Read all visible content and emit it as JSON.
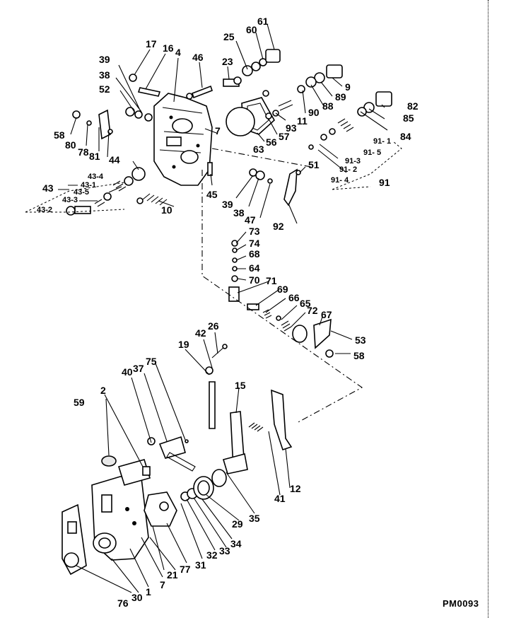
{
  "drawing_code": "PM0093",
  "callouts": {
    "c1": "1",
    "c2": "2",
    "c4": "4",
    "c7a": "7",
    "c7b": "7",
    "c9": "9",
    "c10": "10",
    "c11": "11",
    "c12": "12",
    "c15": "15",
    "c16": "16",
    "c17": "17",
    "c19": "19",
    "c21": "21",
    "c23": "23",
    "c25": "25",
    "c26": "26",
    "c29": "29",
    "c30": "30",
    "c31": "31",
    "c32": "32",
    "c33": "33",
    "c34": "34",
    "c35": "35",
    "c37": "37",
    "c38a": "38",
    "c38b": "38",
    "c39a": "39",
    "c39b": "39",
    "c40": "40",
    "c41": "41",
    "c42": "42",
    "c43": "43",
    "c43_1": "43-1",
    "c43_2": "43-2",
    "c43_3": "43-3",
    "c43_4": "43-4",
    "c43_5": "43-5",
    "c44": "44",
    "c45": "45",
    "c46": "46",
    "c47": "47",
    "c51": "51",
    "c52": "52",
    "c53": "53",
    "c56": "56",
    "c57": "57",
    "c58a": "58",
    "c58b": "58",
    "c59": "59",
    "c60": "60",
    "c61": "61",
    "c63": "63",
    "c64": "64",
    "c65": "65",
    "c66": "66",
    "c67": "67",
    "c68": "68",
    "c69": "69",
    "c70": "70",
    "c71": "71",
    "c72": "72",
    "c73": "73",
    "c74": "74",
    "c75": "75",
    "c76": "76",
    "c77": "77",
    "c78": "78",
    "c80": "80",
    "c81": "81",
    "c82": "82",
    "c84": "84",
    "c85": "85",
    "c88": "88",
    "c89": "89",
    "c90": "90",
    "c91": "91",
    "c91_1": "91- 1",
    "c91_2": "91- 2",
    "c91_3": "91-3",
    "c91_4": "91- 4",
    "c91_5": "91- 5",
    "c92": "92",
    "c93": "93"
  }
}
